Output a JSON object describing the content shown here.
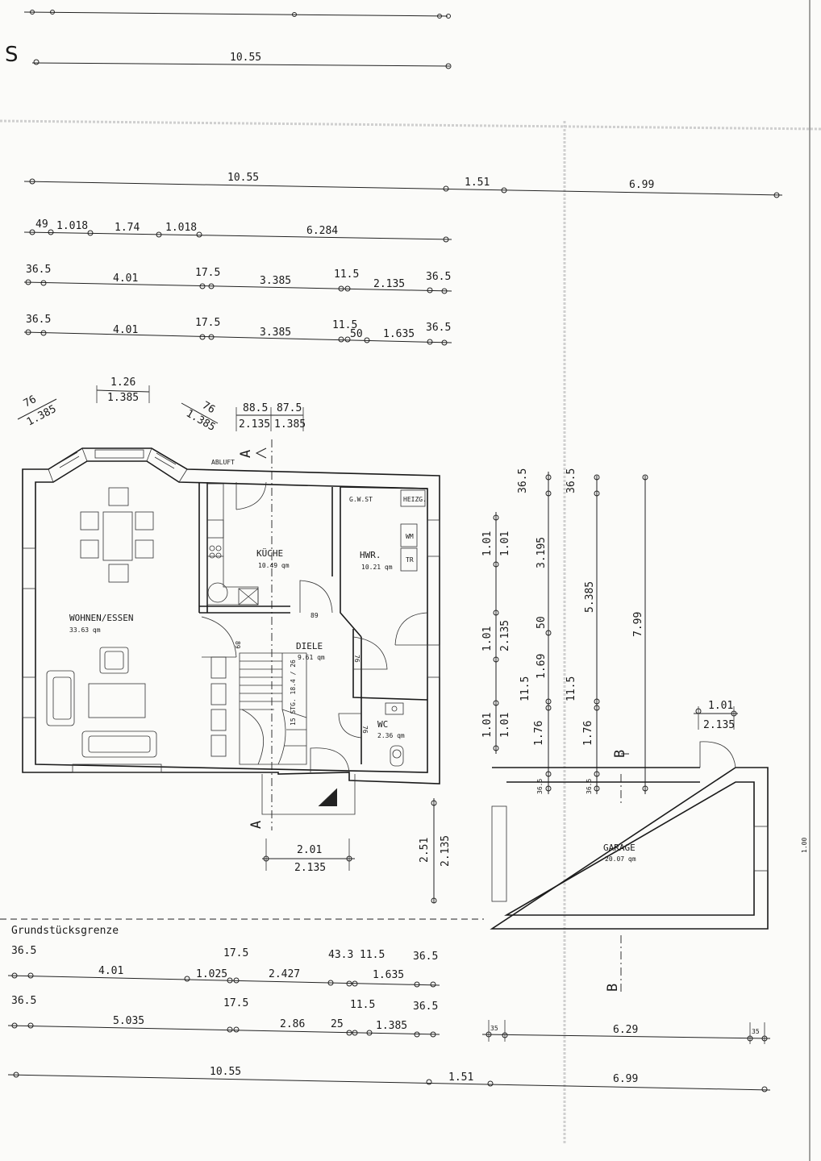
{
  "sheet": {
    "edge_letter": "S",
    "boundary_label": "Grundstücksgrenze"
  },
  "rooms": {
    "wohnen": {
      "name": "WOHNEN/ESSEN",
      "area": "33.63 qm"
    },
    "kueche": {
      "name": "KÜCHE",
      "area": "10.49 qm"
    },
    "hwr": {
      "name": "HWR.",
      "area": "10.21 qm"
    },
    "diele": {
      "name": "DIELE",
      "area": "9.61 qm"
    },
    "wc": {
      "name": "WC",
      "area": "2.36 qm"
    },
    "garage": {
      "name": "GARAGE",
      "area": "20.07 qm"
    }
  },
  "equipment": {
    "abluft": "ABLUFT",
    "gwst": "G.W.ST",
    "heizg": "HEIZG.",
    "wm": "WM",
    "tr": "TR",
    "stair": "15 STG. 18.4 / 26"
  },
  "sections": {
    "a_top": "A",
    "a_bottom": "A",
    "b_top": "B",
    "b_bottom": "B"
  },
  "dimensions": {
    "top_partial": "10.55",
    "row1": [
      "10.55",
      "1.51",
      "6.99"
    ],
    "row2": [
      "49",
      "1.018",
      "1.74",
      "1.018",
      "6.284"
    ],
    "row3": [
      "36.5",
      "4.01",
      "17.5",
      "3.385",
      "11.5",
      "2.135",
      "36.5"
    ],
    "row4": [
      "36.5",
      "4.01",
      "17.5",
      "3.385",
      "11.5",
      "50",
      "1.635",
      "36.5"
    ],
    "bay": [
      "1.26",
      "1.385",
      "76",
      "1.385",
      "76",
      "1.385",
      "88.5",
      "87.5",
      "2.135",
      "1.385"
    ],
    "door_89": [
      "89",
      "89"
    ],
    "door_76": [
      "76",
      "76"
    ],
    "entry": [
      "2.01",
      "2.135"
    ],
    "entry_side": [
      "2.51",
      "2.135"
    ],
    "right_vertical": [
      "36.5",
      "36.5",
      "1.01",
      "1.01",
      "3.195",
      "5.385",
      "7.99",
      "1.01",
      "2.135",
      "50",
      "1.69",
      "11.5",
      "11.5",
      "1.01",
      "1.01",
      "1.76",
      "1.76",
      "36.5",
      "36.5"
    ],
    "garage_door": [
      "1.01",
      "2.135"
    ],
    "bottom1": [
      "36.5",
      "4.01",
      "17.5",
      "1.025",
      "2.427",
      "43.3",
      "11.5",
      "1.635",
      "36.5"
    ],
    "bottom2": [
      "36.5",
      "5.035",
      "17.5",
      "2.86",
      "25",
      "11.5",
      "1.385",
      "36.5"
    ],
    "garage_row": [
      "35",
      "6.29",
      "35"
    ],
    "bottom3": [
      "10.55",
      "1.51",
      "6.99"
    ],
    "edge_cut": "1.00"
  }
}
